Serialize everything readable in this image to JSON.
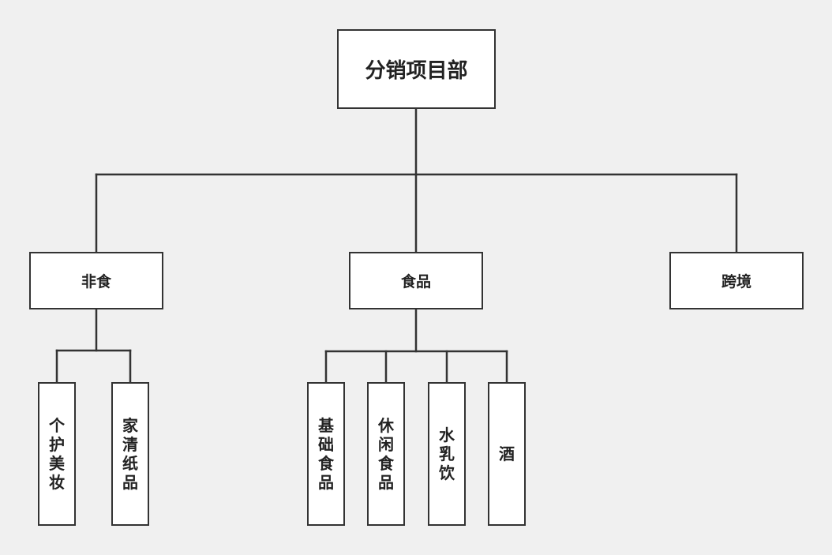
{
  "root": {
    "label": "分销项目部"
  },
  "divisions": [
    {
      "label": "非食",
      "children": [
        "个护美妆",
        "家清纸品"
      ]
    },
    {
      "label": "食品",
      "children": [
        "基础食品",
        "休闲食品",
        "水乳饮",
        "酒"
      ]
    },
    {
      "label": "跨境",
      "children": []
    }
  ]
}
